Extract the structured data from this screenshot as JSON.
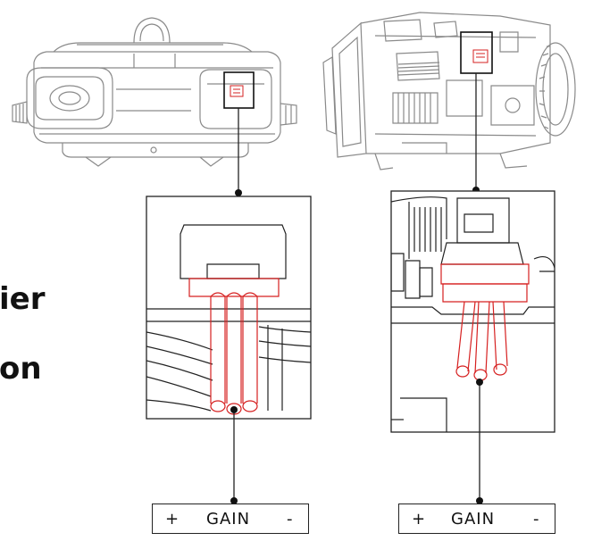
{
  "side_text": {
    "line1": "ier",
    "line2": "on"
  },
  "gain_labels": [
    {
      "plus": "+",
      "text": "GAIN",
      "minus": "-"
    },
    {
      "plus": "+",
      "text": "GAIN",
      "minus": "-"
    }
  ],
  "colors": {
    "line": "#222222",
    "device_outline": "#888888",
    "wire": "#d62020"
  }
}
